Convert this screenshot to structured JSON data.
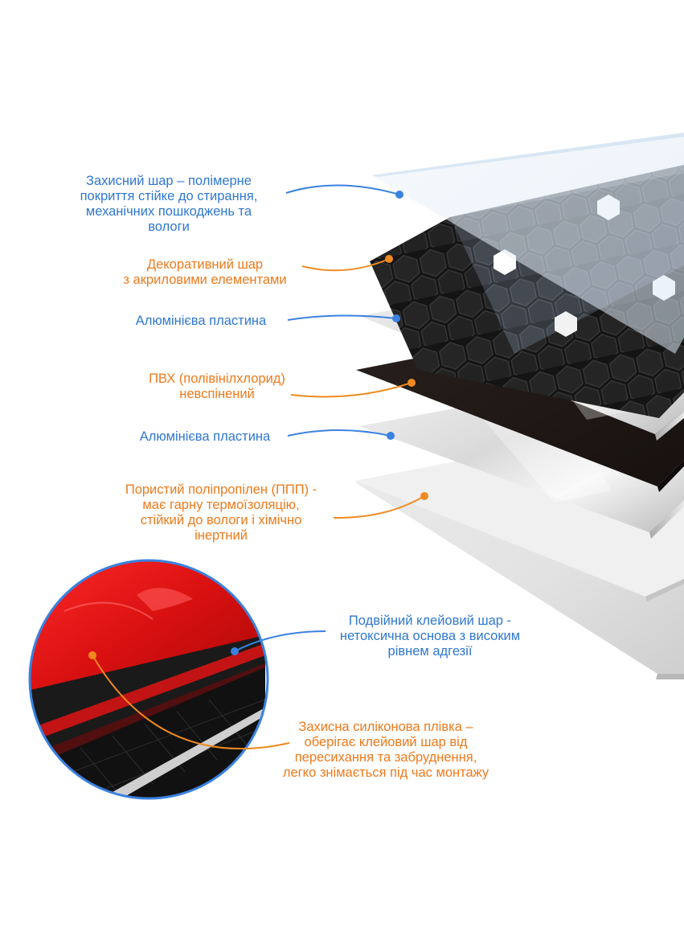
{
  "colors": {
    "blue": "#2f78d0",
    "orange": "#ee7a1c",
    "dot_blue": "#3a82e0",
    "dot_orange": "#f08a20",
    "red_film": "#e01818",
    "dark_layer": "#1b1b1b",
    "pvc_layer": "#231a17"
  },
  "labels": [
    {
      "id": "protective-layer",
      "color": "blue",
      "lines": [
        "Захисний шар – полімерне",
        "покриття стійке до стирання,",
        "механічних пошкоджень та",
        "вологи"
      ]
    },
    {
      "id": "decorative-layer",
      "color": "orange",
      "lines": [
        "Декоративний шар",
        "з акриловими елементами"
      ]
    },
    {
      "id": "aluminium-plate-1",
      "color": "blue",
      "lines": [
        "Алюмінієва пластина"
      ]
    },
    {
      "id": "pvc-layer",
      "color": "orange",
      "lines": [
        "ПВХ (полівінілхлорид)",
        "невспінений"
      ]
    },
    {
      "id": "aluminium-plate-2",
      "color": "blue",
      "lines": [
        "Алюмінієва пластина"
      ]
    },
    {
      "id": "polypropylene-layer",
      "color": "orange",
      "lines": [
        "Пористий поліпропілен (ППП) -",
        "має гарну термоїзоляцію,",
        "стійкий до вологи і хімічно",
        "інертний"
      ]
    },
    {
      "id": "adhesive-layer",
      "color": "blue",
      "lines": [
        "Подвійний клейовий шар -",
        "нетоксична основа з високим",
        "рівнем адгезії"
      ]
    },
    {
      "id": "silicone-film",
      "color": "orange",
      "lines": [
        "Захисна силіконова плівка –",
        "оберігає клейовий шар від",
        "пересихання та забруднення,",
        "легко знімається під час монтажу"
      ]
    }
  ]
}
